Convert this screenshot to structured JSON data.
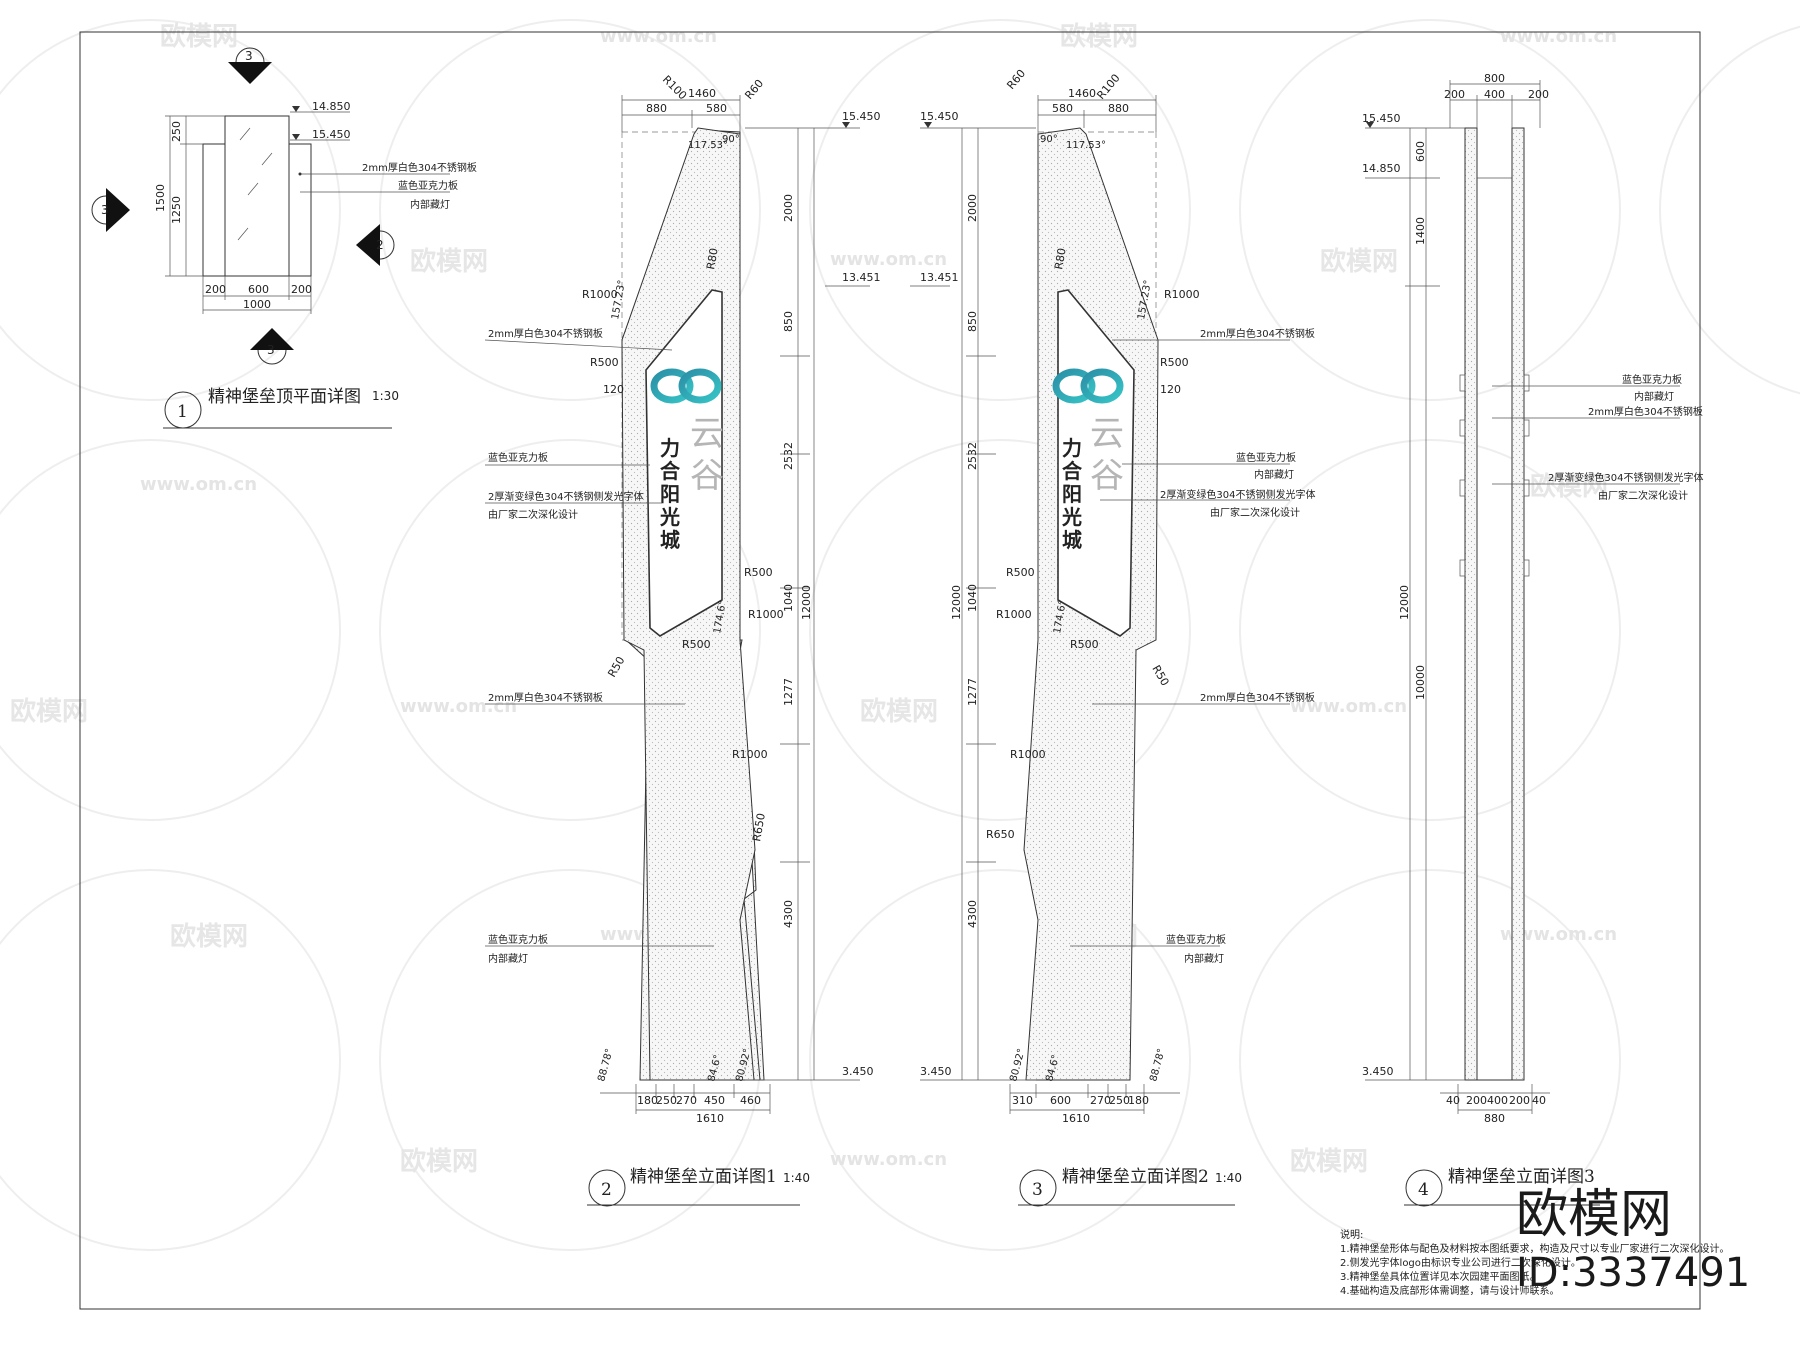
{
  "watermark": {
    "brand": "欧模网",
    "url": "www.om.cn"
  },
  "stamp": {
    "brand": "欧模网",
    "id": "ID:3337491"
  },
  "plan": {
    "num": "1",
    "title": "精神堡垒顶平面详图",
    "scale": "1:30",
    "dims": {
      "d250": "250",
      "d1250": "1250",
      "d1500": "1500",
      "d200a": "200",
      "d600": "600",
      "d200b": "200",
      "d1000": "1000"
    },
    "levels": {
      "l1": "14.850",
      "l2": "15.450"
    },
    "notes": [
      "2mm厚白色304不锈钢板",
      "蓝色亚克力板",
      "内部藏灯"
    ],
    "markers": {
      "top": "3",
      "left": "3",
      "right": "2",
      "bottom": "3"
    }
  },
  "elev1": {
    "num": "2",
    "title": "精神堡垒立面详图1",
    "scale": "1:40",
    "topdims": {
      "w1460": "1460",
      "w880": "880",
      "w580": "580"
    },
    "radii": {
      "r100": "R100",
      "r60": "R60",
      "r80": "R80",
      "r1000a": "R1000",
      "r500a": "R500",
      "r500b": "R500",
      "r1000b": "R1000",
      "r500c": "R500",
      "r50": "R50",
      "r1000c": "R1000",
      "r650": "R650"
    },
    "angles": {
      "a1": "117.53°",
      "a2": "90°",
      "a3": "157.23°",
      "a4": "174.6°",
      "b1": "88.78°",
      "b2": "84.6°",
      "b3": "80.92°"
    },
    "sidedims": {
      "s2000": "2000",
      "s850": "850",
      "s2532": "2532",
      "s1040": "1040",
      "s1277": "1277",
      "s4300": "4300",
      "s12000": "12000",
      "s120": "120"
    },
    "levels": {
      "top": "15.450",
      "mid": "13.451",
      "base": "3.450"
    },
    "botdims": [
      "180",
      "250",
      "270",
      "450",
      "460"
    ],
    "total": "1610",
    "notes": {
      "n1": "2mm厚白色304不锈钢板",
      "n2": "蓝色亚克力板",
      "n3": "2厚渐变绿色304不锈钢侧发光字体",
      "n4": "由厂家二次深化设计",
      "n5": "2mm厚白色304不锈钢板",
      "n6": "蓝色亚克力板",
      "n7": "内部藏灯"
    },
    "sign": [
      "力",
      "合",
      "阳",
      "光",
      "城"
    ],
    "yun": "云谷"
  },
  "elev2": {
    "num": "3",
    "title": "精神堡垒立面详图2",
    "scale": "1:40",
    "topdims": {
      "w1460": "1460",
      "w580": "580",
      "w880": "880"
    },
    "radii": {
      "r60": "R60",
      "r100": "R100",
      "r80": "R80",
      "r1000a": "R1000",
      "r500a": "R500",
      "r500b": "R500",
      "r1000b": "R1000",
      "r500c": "R500",
      "r50": "R50",
      "r1000c": "R1000",
      "r650": "R650"
    },
    "angles": {
      "a1": "90°",
      "a2": "117.53°",
      "a3": "157.23°",
      "a4": "174.6°",
      "b1": "80.92°",
      "b2": "84.6°",
      "b3": "88.78°"
    },
    "sidedims": {
      "s2000": "2000",
      "s850": "850",
      "s2532": "2532",
      "s1040": "1040",
      "s1277": "1277",
      "s4300": "4300",
      "s12000": "12000",
      "s120": "120"
    },
    "levels": {
      "top": "15.450",
      "mid": "13.451",
      "base": "3.450"
    },
    "botdims": [
      "310",
      "600",
      "270",
      "250",
      "180"
    ],
    "total": "1610",
    "notes": {
      "n1": "2mm厚白色304不锈钢板",
      "n2": "蓝色亚克力板",
      "n2b": "内部藏灯",
      "n3": "2厚渐变绿色304不锈钢侧发光字体",
      "n4": "由厂家二次深化设计",
      "n5": "2mm厚白色304不锈钢板",
      "n6": "蓝色亚克力板",
      "n7": "内部藏灯"
    },
    "sign": [
      "力",
      "合",
      "阳",
      "光",
      "城"
    ],
    "yun": "云谷"
  },
  "elev3": {
    "num": "4",
    "title": "精神堡垒立面详图3",
    "topdims": {
      "w800": "800",
      "w200a": "200",
      "w400": "400",
      "w200b": "200"
    },
    "sidedims": {
      "s600": "600",
      "s1400": "1400",
      "s12000": "12000",
      "s10000": "10000"
    },
    "levels": {
      "top": "15.450",
      "l2": "14.850",
      "base": "3.450"
    },
    "botdims": [
      "40",
      "200",
      "400",
      "200",
      "40"
    ],
    "total": "880",
    "notes": {
      "n1": "蓝色亚克力板",
      "n2": "内部藏灯",
      "n3": "2mm厚白色304不锈钢板",
      "n4": "2厚渐变绿色304不锈钢侧发光字体",
      "n5": "由厂家二次深化设计"
    }
  },
  "explain": {
    "head": "说明:",
    "lines": [
      "1.精神堡垒形体与配色及材料按本图纸要求，构造及尺寸以专业厂家进行二次深化设计。",
      "2.侧发光字体logo由标识专业公司进行二次深化设计。",
      "3.精神堡垒具体位置详见本次园建平面图纸。",
      "4.基础构造及底部形体需调整，请与设计师联系。"
    ]
  }
}
